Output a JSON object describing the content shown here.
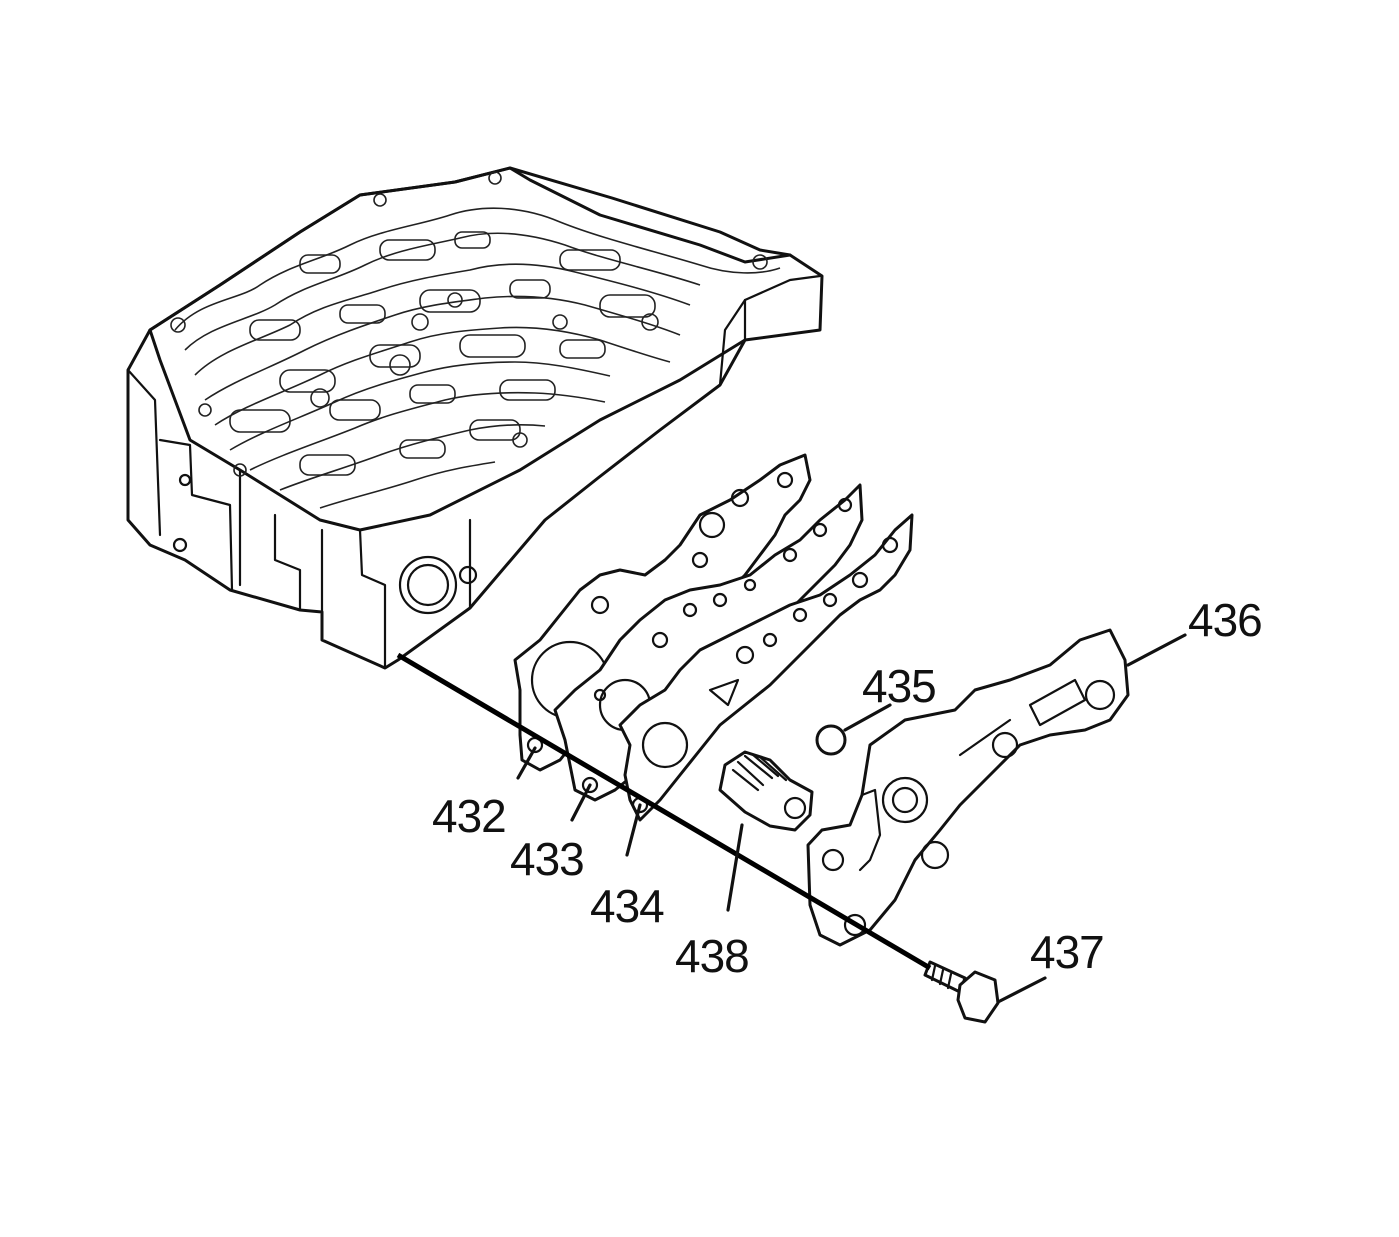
{
  "diagram": {
    "callouts": [
      {
        "id": "432",
        "text": "432"
      },
      {
        "id": "433",
        "text": "433"
      },
      {
        "id": "434",
        "text": "434"
      },
      {
        "id": "435",
        "text": "435"
      },
      {
        "id": "436",
        "text": "436"
      },
      {
        "id": "437",
        "text": "437"
      },
      {
        "id": "438",
        "text": "438"
      }
    ]
  }
}
